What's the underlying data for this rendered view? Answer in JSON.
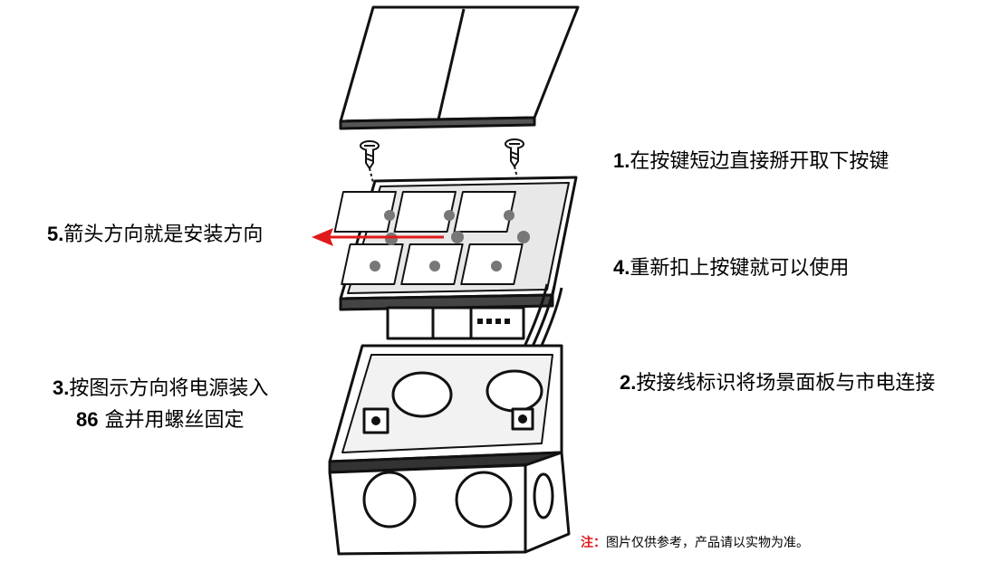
{
  "steps": [
    {
      "num": "1.",
      "text": "在按键短边直接掰开取下按键"
    },
    {
      "num": "2.",
      "text": "按接线标识将场景面板与市电连接"
    },
    {
      "num": "3.",
      "text": "按图示方向将电源装入"
    },
    {
      "num": "86",
      "text": " 盒并用螺丝固定"
    },
    {
      "num": "4.",
      "text": "重新扣上按键就可以使用"
    },
    {
      "num": "5.",
      "text": "箭头方向就是安装方向"
    }
  ],
  "note": {
    "mark": "注：",
    "text": "图片仅供参考，产品请以实物为准。"
  },
  "colors": {
    "arrow": "#e01a1a",
    "note_mark": "#e01a1a",
    "line": "#111111"
  }
}
